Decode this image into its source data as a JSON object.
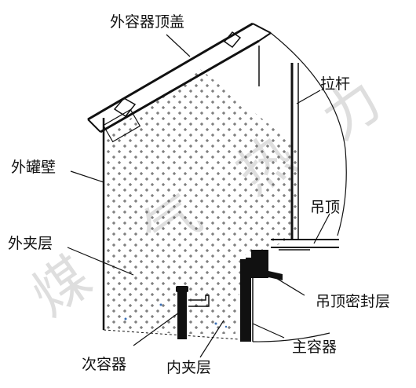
{
  "labels": {
    "outer_roof": "外容器顶盖",
    "tie_rod": "拉杆",
    "outer_wall": "外罐壁",
    "outer_interlayer": "外夹层",
    "suspended_deck": "吊顶",
    "deck_seal": "吊顶密封层",
    "secondary_container": "次容器",
    "inner_interlayer": "内夹层",
    "main_container": "主容器"
  },
  "watermark": "煤气热力",
  "colors": {
    "line": "#111111",
    "dot_pattern": "#555555",
    "watermark": "#dedede",
    "accent_specks": "#3b6fb5"
  }
}
